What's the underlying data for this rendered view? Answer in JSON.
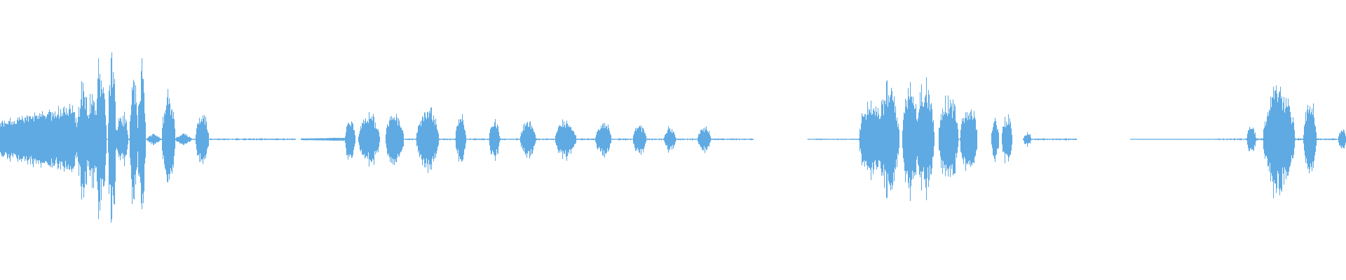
{
  "waveform": {
    "color": "#5faae3",
    "background": "#ffffff",
    "segments": [
      {
        "shape": "tri",
        "start": 0.0,
        "end": 0.06,
        "amp": 0.2,
        "peak": 0.9,
        "noise": 0.18
      },
      {
        "shape": "burst",
        "start": 0.057,
        "end": 0.066,
        "amp": 0.33,
        "noise": 0.35
      },
      {
        "shape": "burst",
        "start": 0.064,
        "end": 0.072,
        "amp": 0.25,
        "noise": 0.35
      },
      {
        "shape": "burst",
        "start": 0.07,
        "end": 0.079,
        "amp": 0.43,
        "noise": 0.35
      },
      {
        "shape": "burst",
        "start": 0.08,
        "end": 0.086,
        "amp": 0.52,
        "noise": 0.3
      },
      {
        "shape": "burst",
        "start": 0.086,
        "end": 0.095,
        "amp": 0.15,
        "noise": 0.3
      },
      {
        "shape": "burst",
        "start": 0.096,
        "end": 0.102,
        "amp": 0.37,
        "noise": 0.3
      },
      {
        "shape": "burst",
        "start": 0.102,
        "end": 0.108,
        "amp": 0.42,
        "noise": 0.3
      },
      {
        "shape": "burst",
        "start": 0.109,
        "end": 0.119,
        "amp": 0.03,
        "noise": 0.3
      },
      {
        "shape": "burst",
        "start": 0.12,
        "end": 0.13,
        "amp": 0.29,
        "noise": 0.3
      },
      {
        "shape": "burst",
        "start": 0.13,
        "end": 0.142,
        "amp": 0.03,
        "noise": 0.3
      },
      {
        "shape": "burst",
        "start": 0.145,
        "end": 0.155,
        "amp": 0.15,
        "noise": 0.3
      },
      {
        "shape": "tri",
        "start": 0.223,
        "end": 0.26,
        "amp": 0.01,
        "peak": 0.85,
        "noise": 0.1
      },
      {
        "shape": "burst",
        "start": 0.256,
        "end": 0.264,
        "amp": 0.13,
        "noise": 0.28
      },
      {
        "shape": "burst",
        "start": 0.266,
        "end": 0.282,
        "amp": 0.15,
        "noise": 0.28
      },
      {
        "shape": "burst",
        "start": 0.286,
        "end": 0.3,
        "amp": 0.16,
        "noise": 0.28
      },
      {
        "shape": "burst",
        "start": 0.309,
        "end": 0.326,
        "amp": 0.18,
        "noise": 0.28
      },
      {
        "shape": "burst",
        "start": 0.338,
        "end": 0.346,
        "amp": 0.14,
        "noise": 0.28
      },
      {
        "shape": "burst",
        "start": 0.363,
        "end": 0.371,
        "amp": 0.12,
        "noise": 0.28
      },
      {
        "shape": "burst",
        "start": 0.386,
        "end": 0.398,
        "amp": 0.1,
        "noise": 0.28
      },
      {
        "shape": "burst",
        "start": 0.412,
        "end": 0.428,
        "amp": 0.11,
        "noise": 0.28
      },
      {
        "shape": "burst",
        "start": 0.442,
        "end": 0.454,
        "amp": 0.1,
        "noise": 0.28
      },
      {
        "shape": "burst",
        "start": 0.47,
        "end": 0.48,
        "amp": 0.09,
        "noise": 0.28
      },
      {
        "shape": "burst",
        "start": 0.493,
        "end": 0.502,
        "amp": 0.07,
        "noise": 0.28
      },
      {
        "shape": "burst",
        "start": 0.518,
        "end": 0.528,
        "amp": 0.07,
        "noise": 0.28
      },
      {
        "shape": "burst",
        "start": 0.638,
        "end": 0.655,
        "amp": 0.26,
        "noise": 0.3
      },
      {
        "shape": "burst",
        "start": 0.652,
        "end": 0.668,
        "amp": 0.3,
        "noise": 0.3
      },
      {
        "shape": "burst",
        "start": 0.67,
        "end": 0.682,
        "amp": 0.34,
        "noise": 0.3
      },
      {
        "shape": "burst",
        "start": 0.68,
        "end": 0.694,
        "amp": 0.31,
        "noise": 0.3
      },
      {
        "shape": "burst",
        "start": 0.697,
        "end": 0.712,
        "amp": 0.26,
        "noise": 0.3
      },
      {
        "shape": "burst",
        "start": 0.713,
        "end": 0.726,
        "amp": 0.22,
        "noise": 0.3
      },
      {
        "shape": "burst",
        "start": 0.736,
        "end": 0.742,
        "amp": 0.12,
        "noise": 0.3
      },
      {
        "shape": "burst",
        "start": 0.744,
        "end": 0.752,
        "amp": 0.14,
        "noise": 0.3
      },
      {
        "shape": "burst",
        "start": 0.76,
        "end": 0.766,
        "amp": 0.04,
        "noise": 0.3
      },
      {
        "shape": "burst",
        "start": 0.926,
        "end": 0.933,
        "amp": 0.08,
        "noise": 0.28
      },
      {
        "shape": "burst",
        "start": 0.938,
        "end": 0.962,
        "amp": 0.32,
        "noise": 0.3
      },
      {
        "shape": "burst",
        "start": 0.968,
        "end": 0.978,
        "amp": 0.22,
        "noise": 0.3
      },
      {
        "shape": "burst",
        "start": 0.994,
        "end": 1.0,
        "amp": 0.07,
        "noise": 0.28
      }
    ],
    "silences": [
      {
        "start": 0.0,
        "end": 0.22,
        "amp": 0.004
      },
      {
        "start": 0.3,
        "end": 0.56,
        "amp": 0.004
      },
      {
        "start": 0.6,
        "end": 0.64,
        "amp": 0.003
      },
      {
        "start": 0.76,
        "end": 0.8,
        "amp": 0.004
      },
      {
        "start": 0.84,
        "end": 0.905,
        "amp": 0.002
      },
      {
        "start": 0.905,
        "end": 1.0,
        "amp": 0.004
      }
    ]
  }
}
